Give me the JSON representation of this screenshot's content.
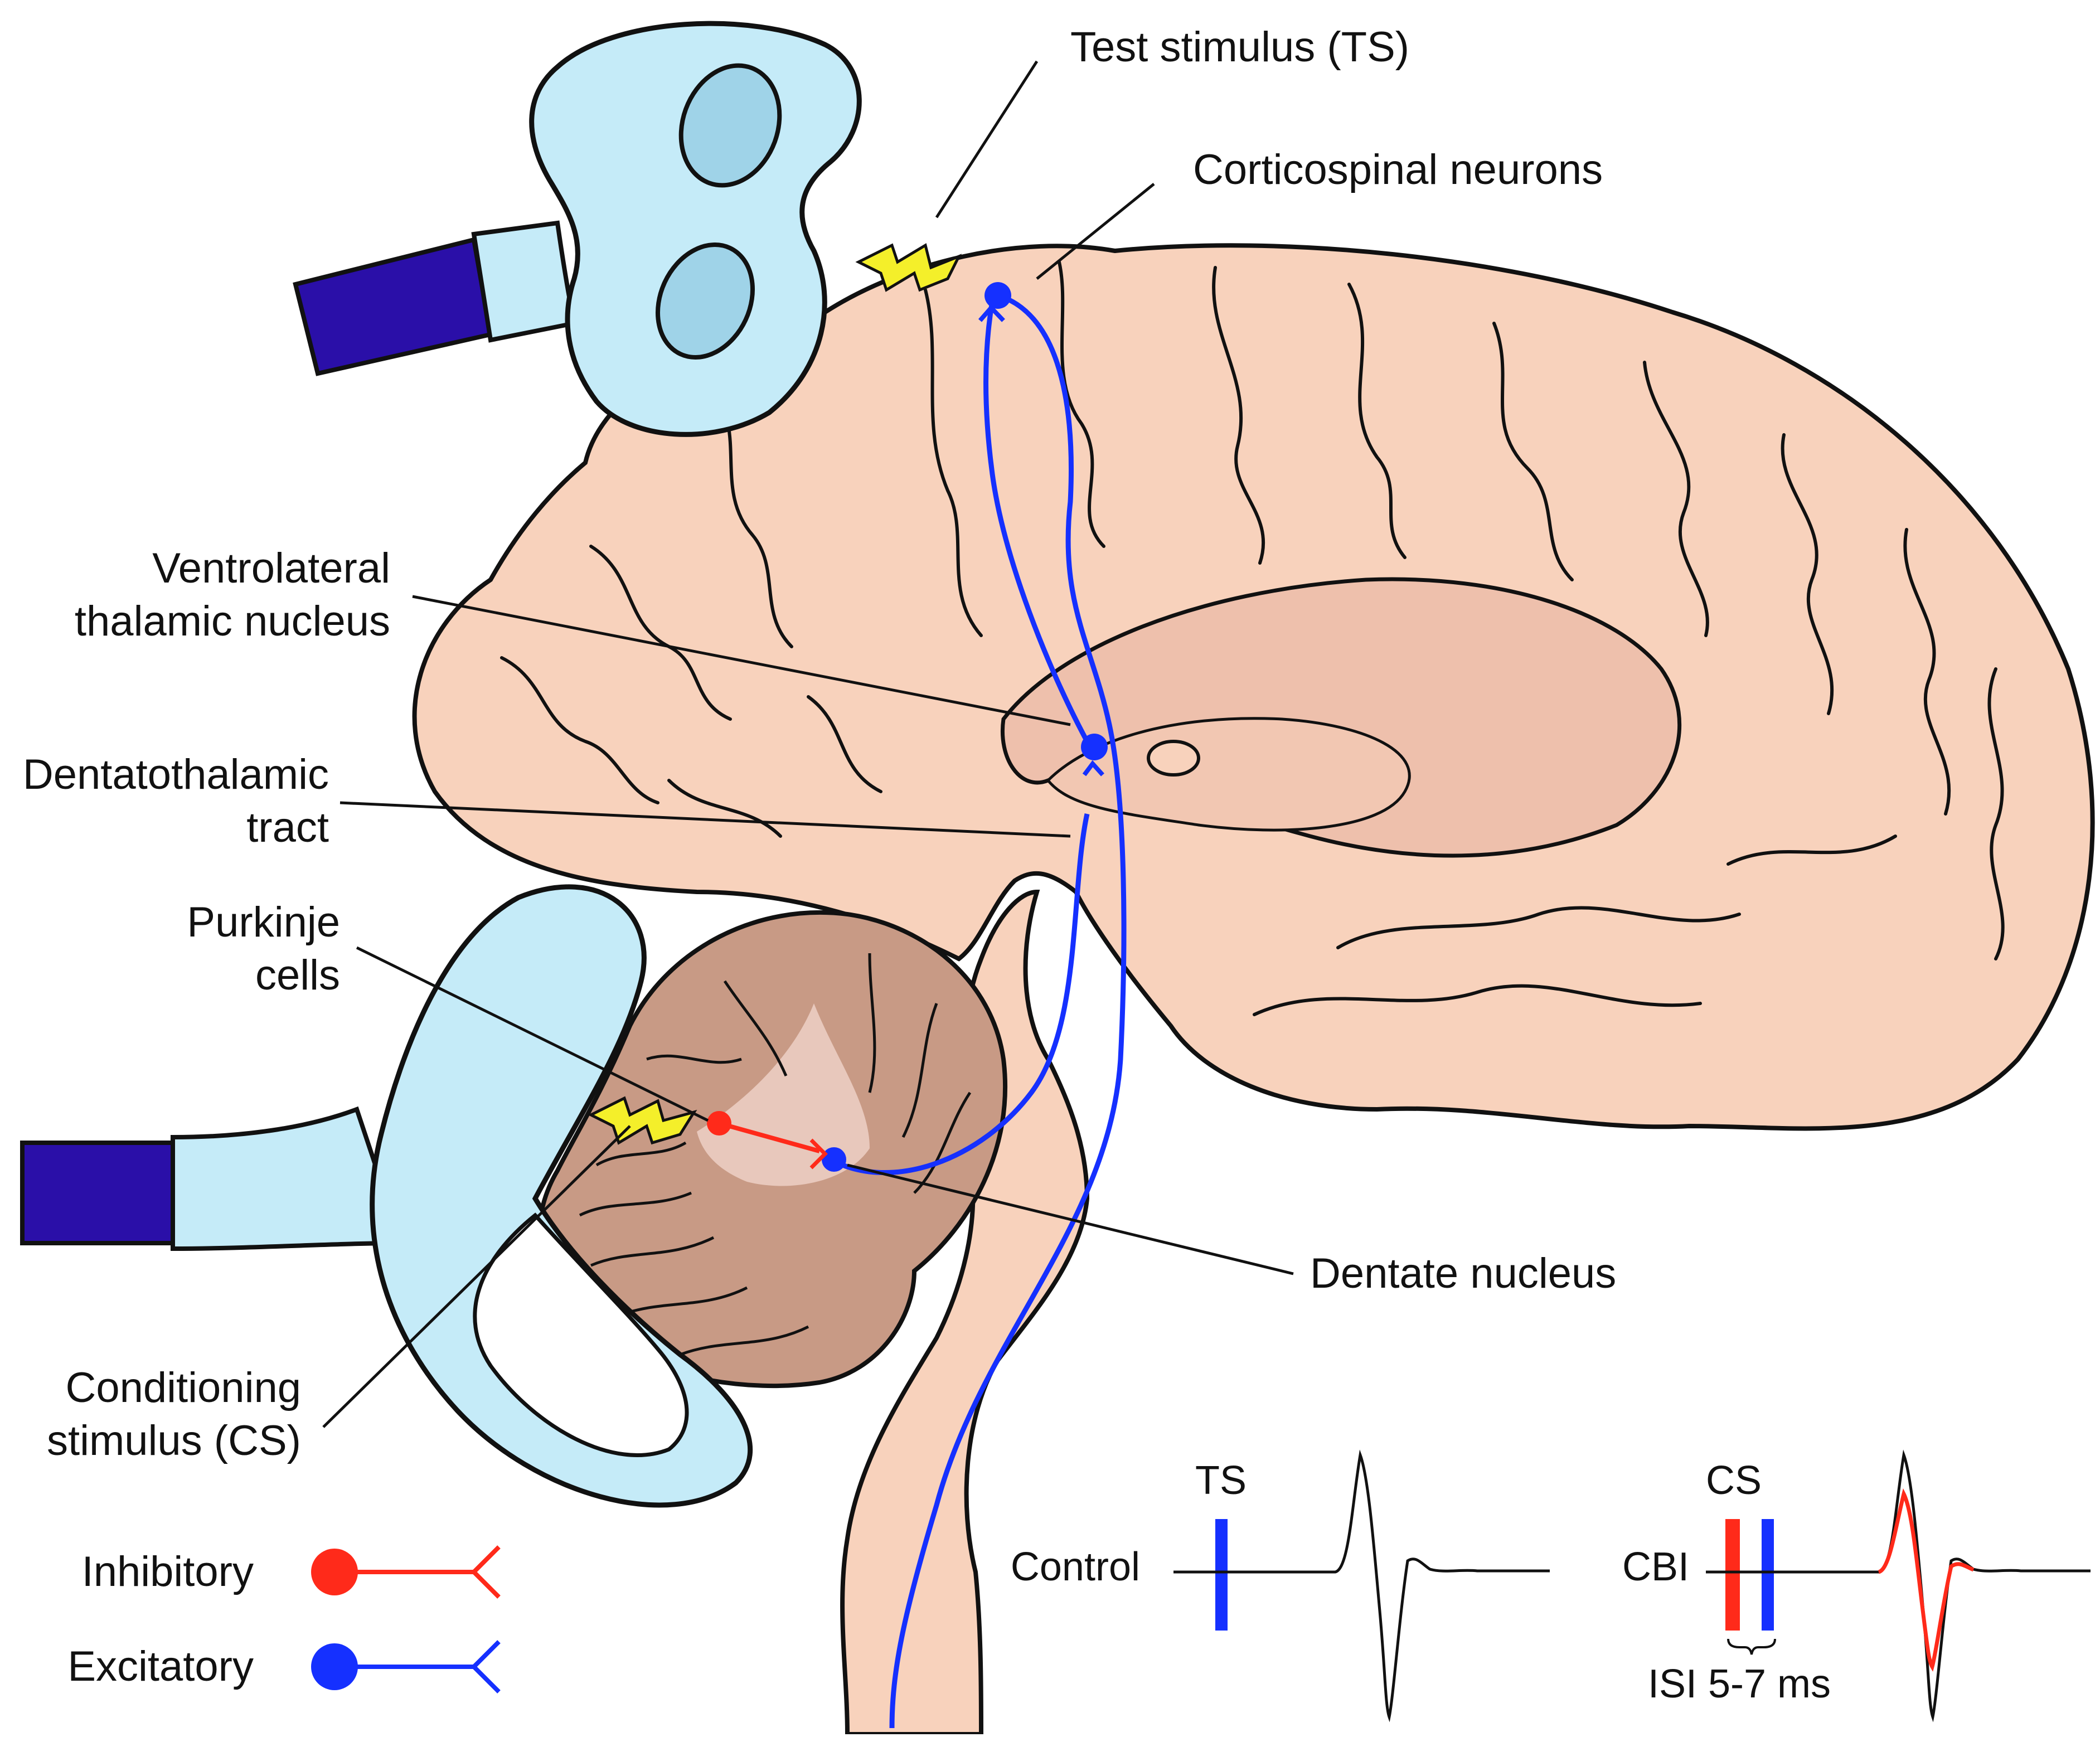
{
  "labels": {
    "test_stimulus": "Test stimulus (TS)",
    "corticospinal": "Corticospinal neurons",
    "ventrolateral_1": "Ventrolateral",
    "ventrolateral_2": "thalamic nucleus",
    "dentatothalamic_1": "Dentatothalamic",
    "dentatothalamic_2": "tract",
    "purkinje_1": "Purkinje",
    "purkinje_2": "cells",
    "conditioning_1": "Conditioning",
    "conditioning_2": "stimulus (CS)",
    "dentate": "Dentate nucleus"
  },
  "legend": {
    "inhibitory": "Inhibitory",
    "excitatory": "Excitatory"
  },
  "traces": {
    "control_label": "Control",
    "ts_label": "TS",
    "cbi_label": "CBI",
    "cs_label": "CS",
    "isi_label": "ISI 5-7 ms"
  },
  "colors": {
    "inhibitory": "#ff2a1a",
    "excitatory": "#1530ff",
    "coil": "#c5ebf8",
    "coil_handle": "#2a0fa8",
    "brain": "#f8d2bc",
    "cerebellum": "#c89a85",
    "outline": "#111111",
    "spark": "#f4ef2a"
  }
}
